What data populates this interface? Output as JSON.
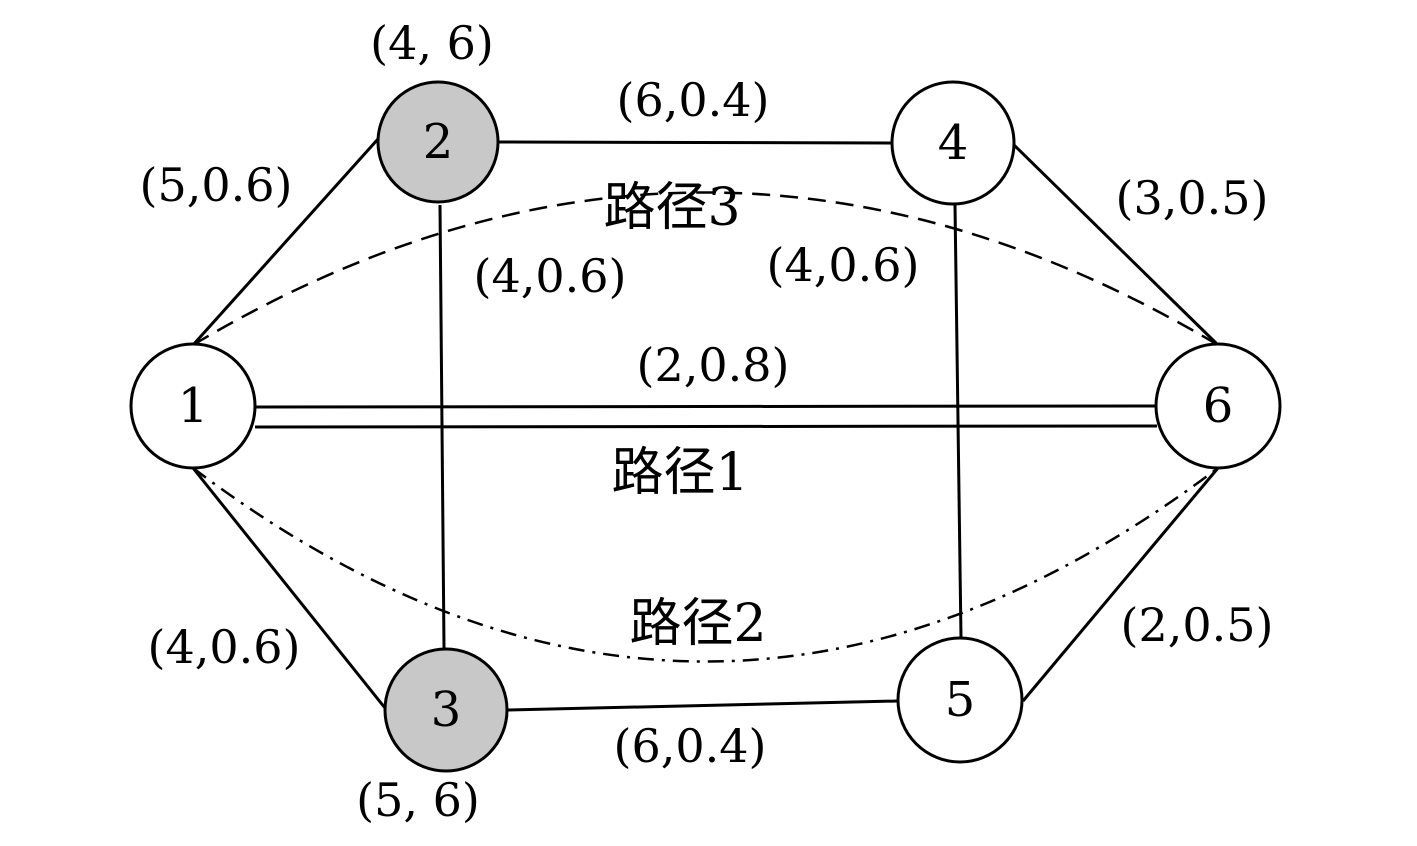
{
  "diagram": {
    "nodes": [
      {
        "id": "1",
        "label": "1",
        "highlighted": false
      },
      {
        "id": "2",
        "label": "2",
        "highlighted": true
      },
      {
        "id": "3",
        "label": "3",
        "highlighted": true
      },
      {
        "id": "4",
        "label": "4",
        "highlighted": false
      },
      {
        "id": "5",
        "label": "5",
        "highlighted": false
      },
      {
        "id": "6",
        "label": "6",
        "highlighted": false
      }
    ],
    "node_annotations": {
      "node2": "(4, 6)",
      "node3": "(5, 6)"
    },
    "edges": [
      {
        "from": "1",
        "to": "2",
        "label": "(5,0.6)"
      },
      {
        "from": "2",
        "to": "4",
        "label": "(6,0.4)"
      },
      {
        "from": "4",
        "to": "6",
        "label": "(3,0.5)"
      },
      {
        "from": "2",
        "to": "3",
        "label": "(4,0.6)"
      },
      {
        "from": "4",
        "to": "5",
        "label": "(4,0.6)"
      },
      {
        "from": "1",
        "to": "6",
        "label": "(2,0.8)"
      },
      {
        "from": "1",
        "to": "3",
        "label": "(4,0.6)"
      },
      {
        "from": "3",
        "to": "5",
        "label": "(6,0.4)"
      },
      {
        "from": "5",
        "to": "6",
        "label": "(2,0.5)"
      }
    ],
    "paths": [
      {
        "name": "路径1",
        "style": "double-line"
      },
      {
        "name": "路径2",
        "style": "dash-dot"
      },
      {
        "name": "路径3",
        "style": "dashed"
      }
    ],
    "colors": {
      "highlight_fill": "#c8c8c8",
      "node_fill": "#ffffff",
      "stroke": "#000000"
    }
  }
}
